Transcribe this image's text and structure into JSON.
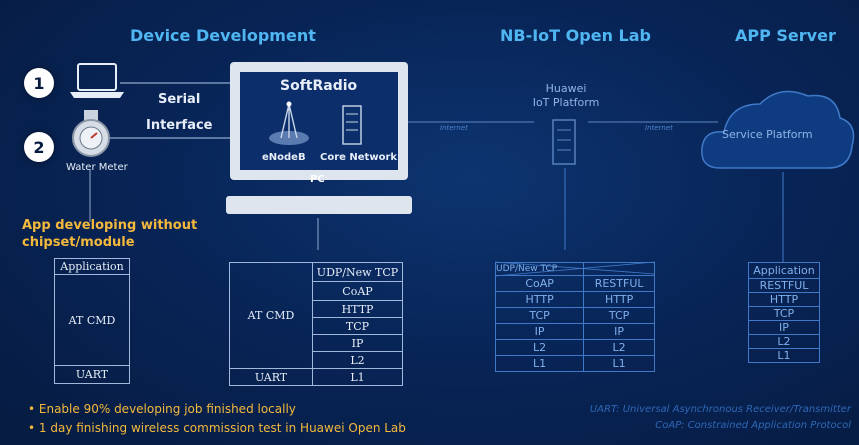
{
  "sections": {
    "device_development": "Device Development",
    "open_lab": "NB-IoT Open Lab",
    "app_server": "APP Server"
  },
  "badges": [
    "1",
    "2"
  ],
  "water_meter": "Water Meter",
  "serial": [
    "Serial",
    "Interface"
  ],
  "pc": {
    "softradio": "SoftRadio",
    "enodeb": "eNodeB",
    "core_network": "Core Network",
    "label": "PC"
  },
  "platform": [
    "Huawei",
    "IoT Platform"
  ],
  "internet_labels": [
    "Internet",
    "Internet"
  ],
  "service_platform": "Service Platform",
  "app_dev_note": [
    "App developing without",
    "chipset/module"
  ],
  "stack_device": [
    "Application",
    "AT CMD",
    "UART"
  ],
  "stack_pc": {
    "left": [
      "AT CMD",
      "UART"
    ],
    "right": [
      "UDP/New TCP",
      "CoAP",
      "HTTP",
      "TCP",
      "IP",
      "L2",
      "L1"
    ]
  },
  "stack_lab": {
    "left": [
      "UDP/New TCP",
      "CoAP",
      "HTTP",
      "TCP",
      "IP",
      "L2",
      "L1"
    ],
    "right": [
      "RESTFUL",
      "HTTP",
      "TCP",
      "IP",
      "L2",
      "L1"
    ]
  },
  "stack_app": [
    "Application",
    "RESTFUL",
    "HTTP",
    "TCP",
    "IP",
    "L2",
    "L1"
  ],
  "bullets": [
    "• Enable 90% developing job finished locally",
    "• 1 day finishing wireless commission test in Huawei Open Lab"
  ],
  "footnotes": [
    "UART: Universal Asynchronous Receiver/Transmitter",
    "CoAP: Constrained Application Protocol"
  ]
}
